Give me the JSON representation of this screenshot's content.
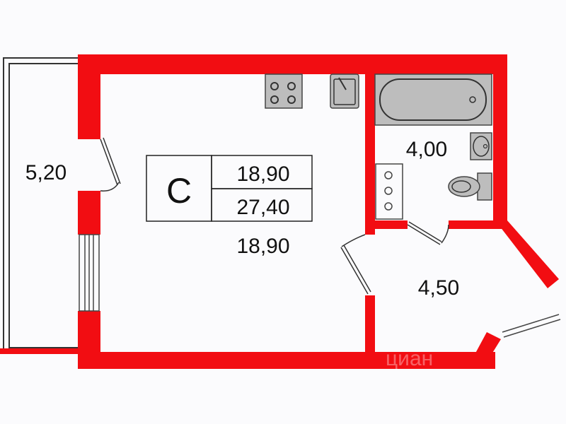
{
  "colors": {
    "wall": "#f20d12",
    "background": "#fbfbfd",
    "fixture_fill": "#bdbdbd",
    "fixture_stroke": "#444444",
    "outline": "#333333"
  },
  "legend": {
    "type_letter": "С",
    "living_area": "18,90",
    "total_area": "27,40"
  },
  "rooms": {
    "main_room_area": "18,90",
    "balcony_area": "5,20",
    "bathroom_area": "4,00",
    "hall_area": "4,50"
  },
  "fixtures": [
    "stove-icon",
    "kitchen-sink-icon",
    "bathtub-icon",
    "washbasin-icon",
    "toilet-icon",
    "boiler-icon"
  ],
  "watermark": "циан"
}
